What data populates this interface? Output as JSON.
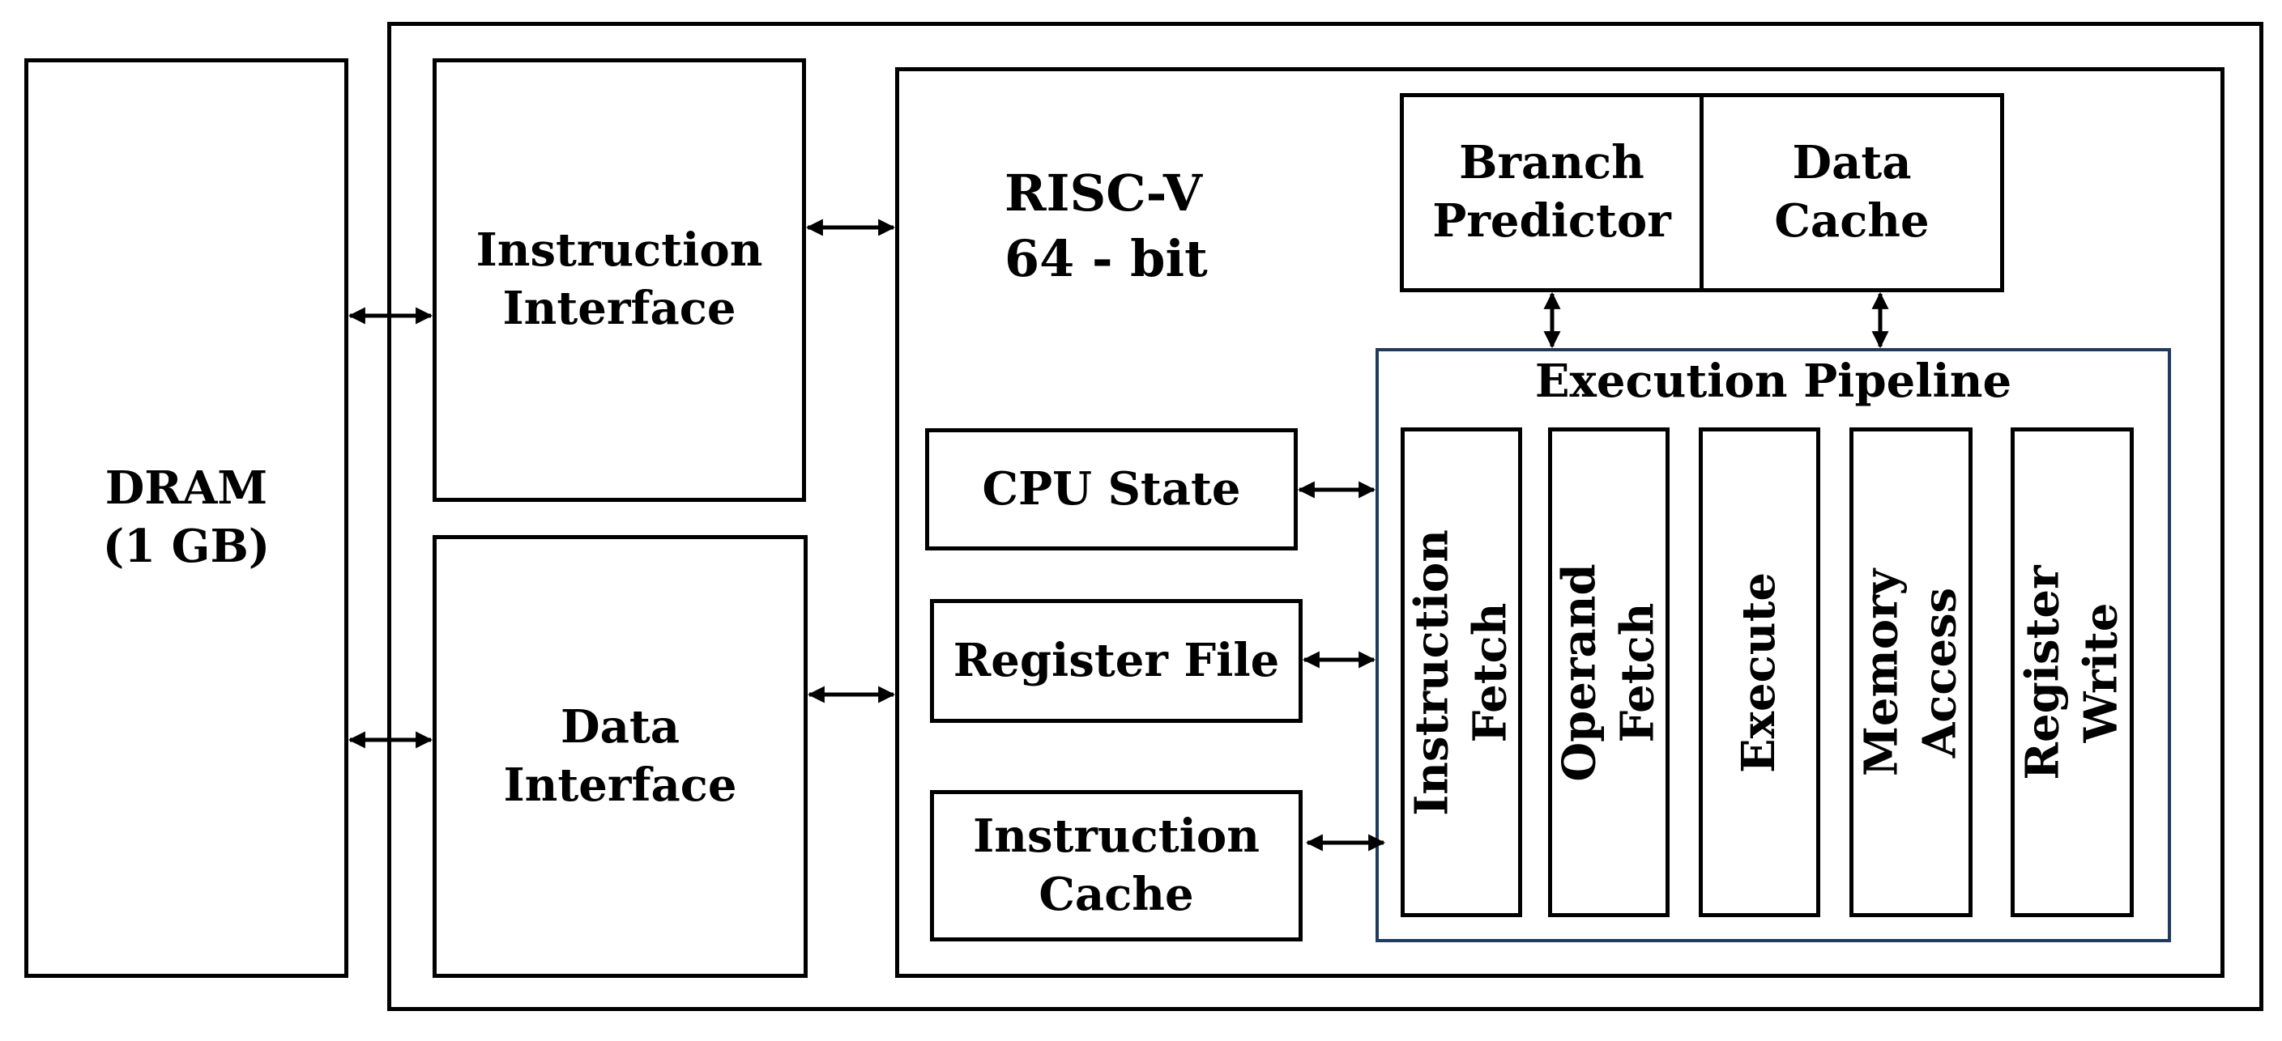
{
  "colors": {
    "stroke": "#000000",
    "pipeline_border": "#1f3a5f",
    "background": "#ffffff"
  },
  "blocks": {
    "dram": [
      "DRAM",
      "(1 GB)"
    ],
    "instruction_interface": [
      "Instruction",
      "Interface"
    ],
    "data_interface": [
      "Data",
      "Interface"
    ],
    "core": [
      "RISC-V",
      "64 - bit"
    ],
    "branch_predictor": [
      "Branch",
      "Predictor"
    ],
    "data_cache": [
      "Data",
      "Cache"
    ],
    "cpu_state": [
      "CPU State"
    ],
    "register_file": [
      "Register File"
    ],
    "instruction_cache": [
      "Instruction",
      "Cache"
    ]
  },
  "pipeline": {
    "title": "Execution Pipeline",
    "stages": [
      [
        "Instruction",
        "Fetch"
      ],
      [
        "Operand",
        "Fetch"
      ],
      [
        "Execute"
      ],
      [
        "Memory",
        "Access"
      ],
      [
        "Register",
        "Write"
      ]
    ]
  }
}
